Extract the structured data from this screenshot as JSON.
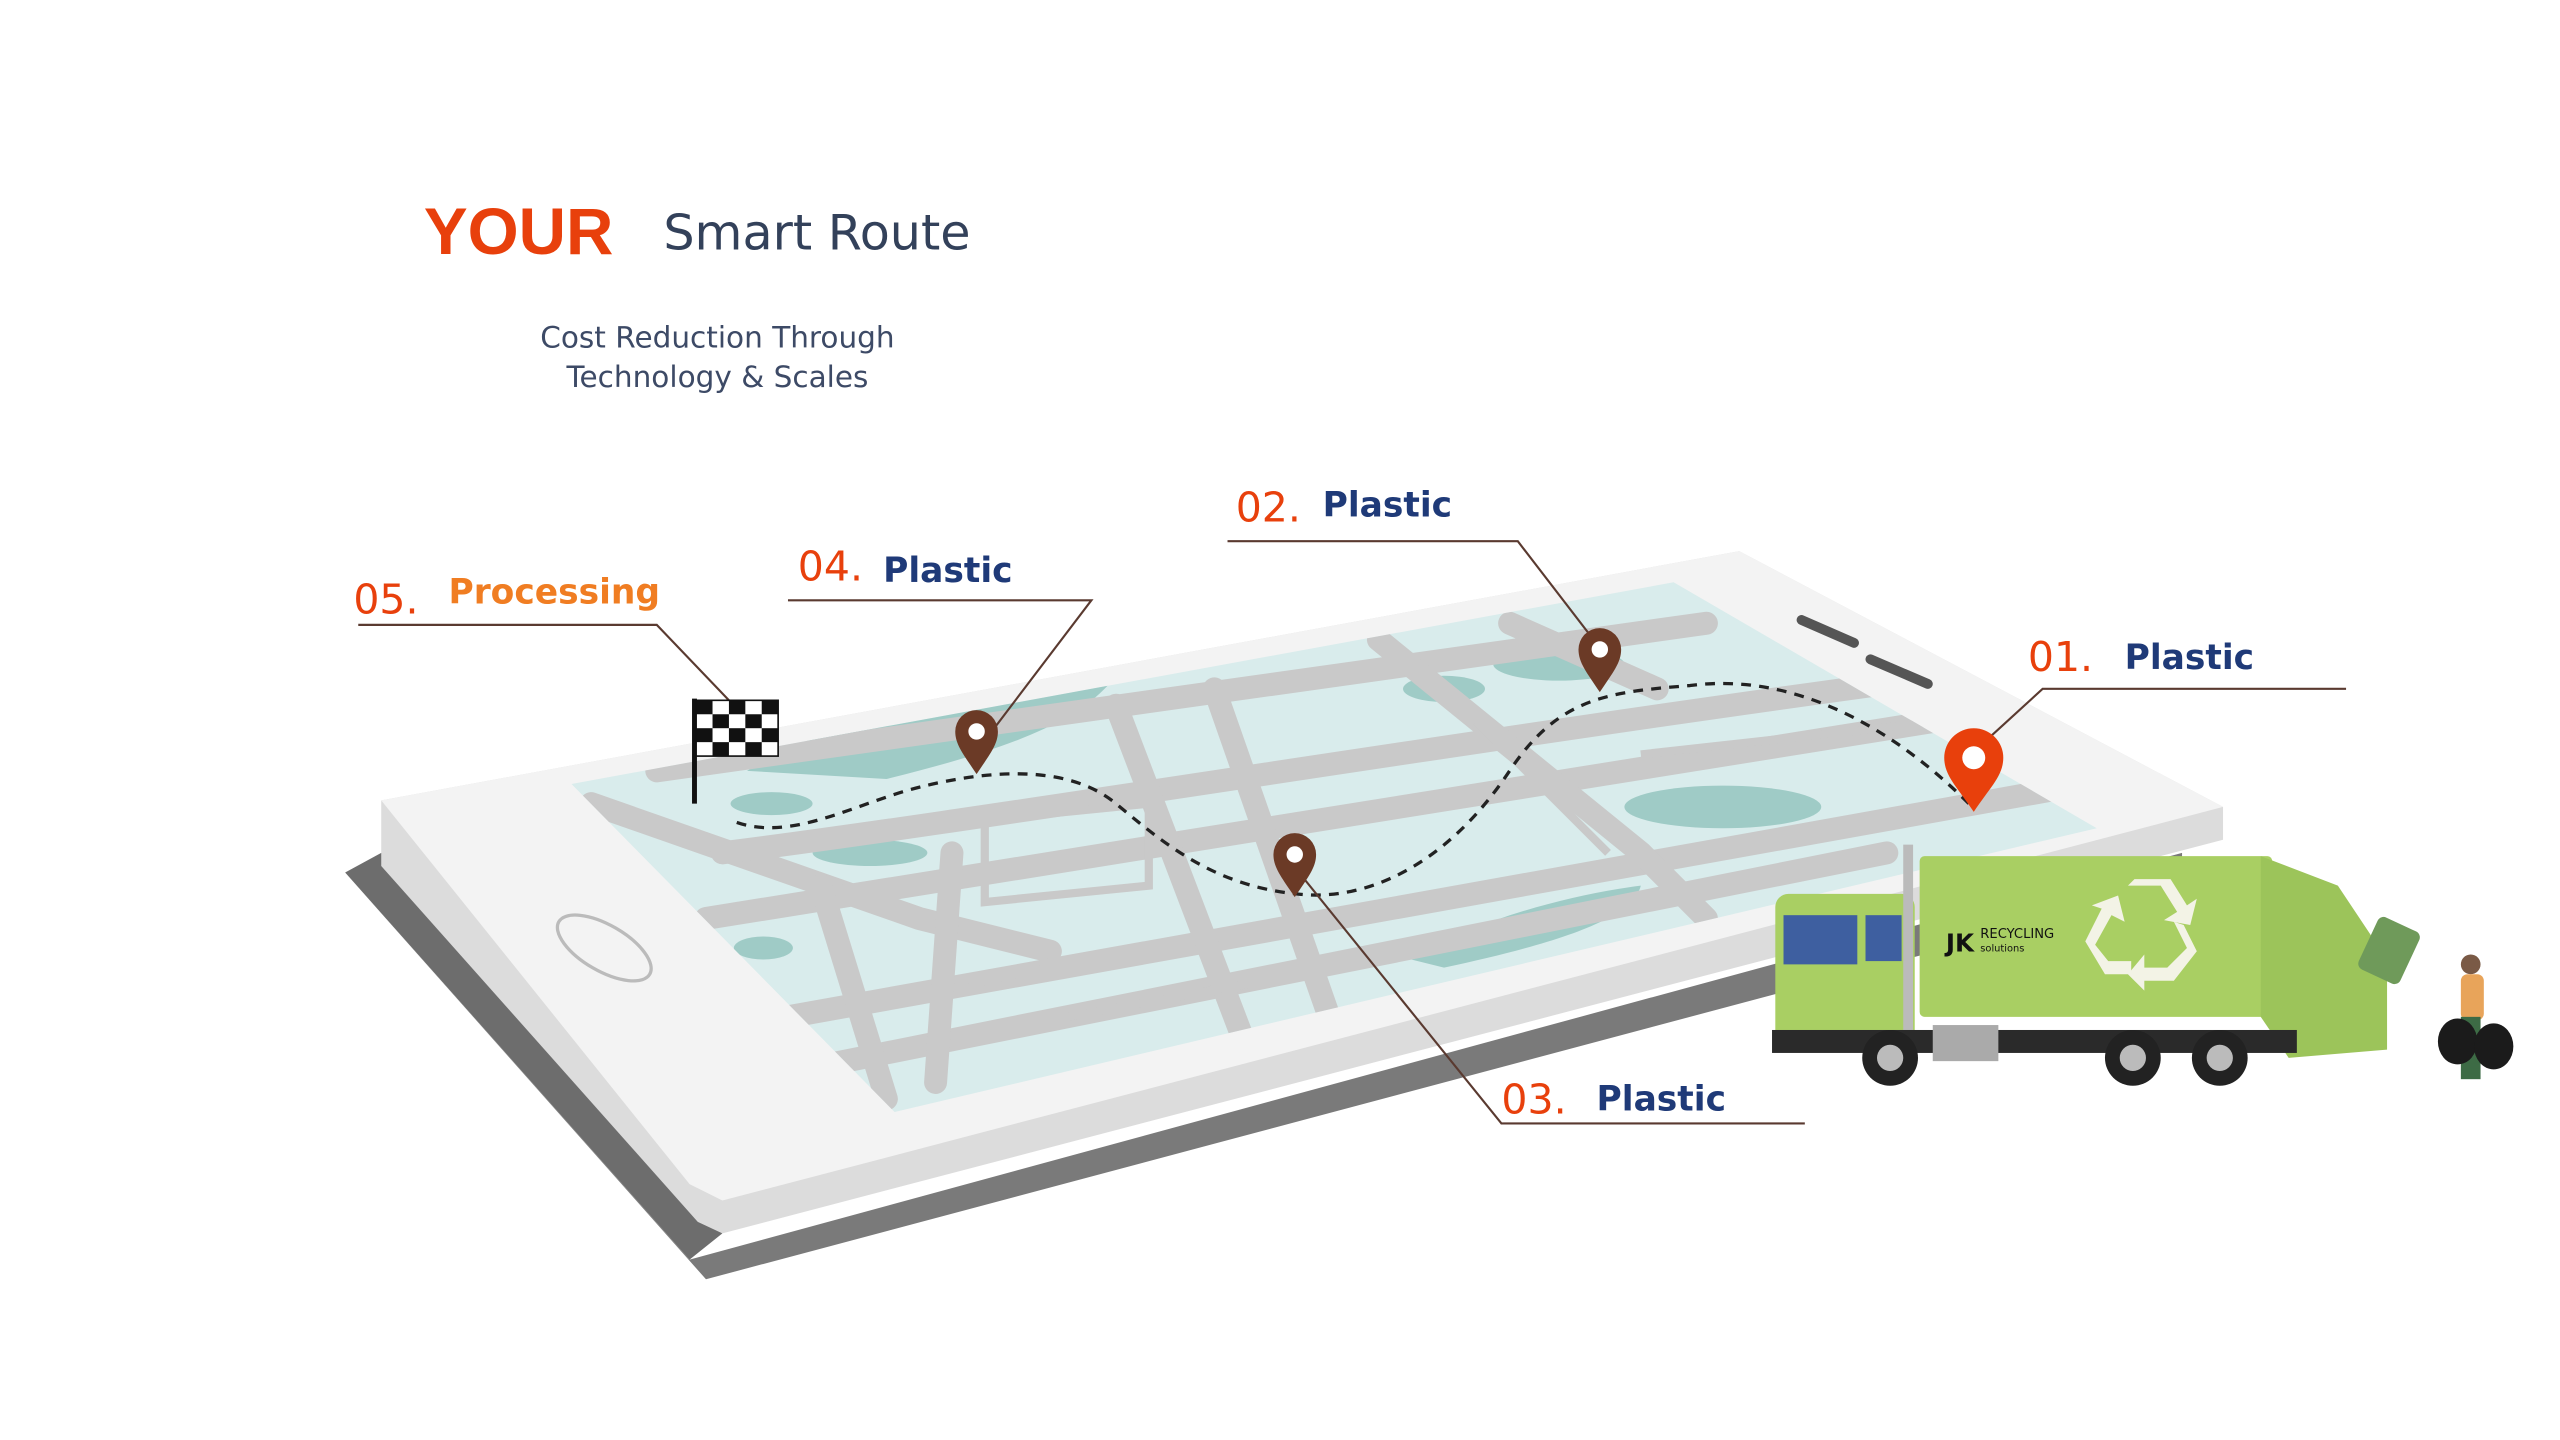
{
  "header": {
    "title_accent": "YOUR",
    "title": "Smart Route",
    "subtitle_line1": "Cost Reduction Through",
    "subtitle_line2": "Technology & Scales"
  },
  "stops": [
    {
      "number": "01.",
      "label": "Plastic"
    },
    {
      "number": "02.",
      "label": "Plastic"
    },
    {
      "number": "03.",
      "label": "Plastic"
    },
    {
      "number": "04.",
      "label": "Plastic"
    },
    {
      "number": "05.",
      "label": "Processing"
    }
  ],
  "truck_logo": {
    "brand": "JK",
    "name": "RECYCLING",
    "tagline": "solutions"
  },
  "colors": {
    "accent": "#e8400c",
    "navy": "#1f3a78",
    "orange": "#f07d22",
    "truck_green": "#a9cf63",
    "pin_brown": "#6b3a26",
    "map_water": "#9fcbc6",
    "map_bg": "#d9ecec"
  }
}
